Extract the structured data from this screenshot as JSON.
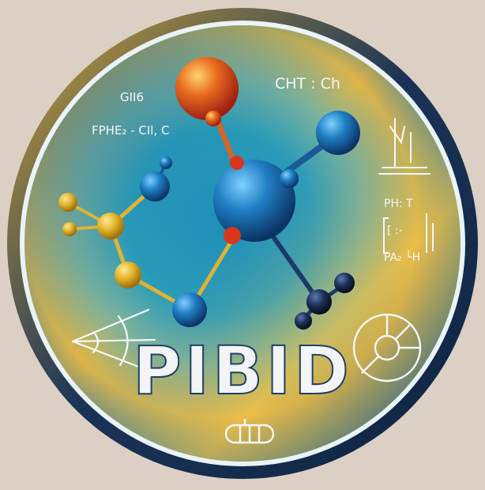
{
  "logo": {
    "title": "PIBID",
    "annotations": {
      "formula_top_left": "GII6",
      "formula_left": "FPHE₂ - CIl, C",
      "formula_top_right": "CHT : Ch",
      "formula_right_top": "PH: T",
      "formula_right_mid": "[ :- ",
      "formula_right_bottom": "PA₂   └H"
    }
  },
  "colors": {
    "background": "#dccfc4",
    "ring_outer": "#1a3357",
    "ring_gold": "#c9a23a",
    "title_fill": "#f2f4f6",
    "atom_blue": "#1f7fc4",
    "atom_gold": "#e3b42a",
    "atom_red": "#d8451e",
    "atom_navy": "#16264a"
  }
}
